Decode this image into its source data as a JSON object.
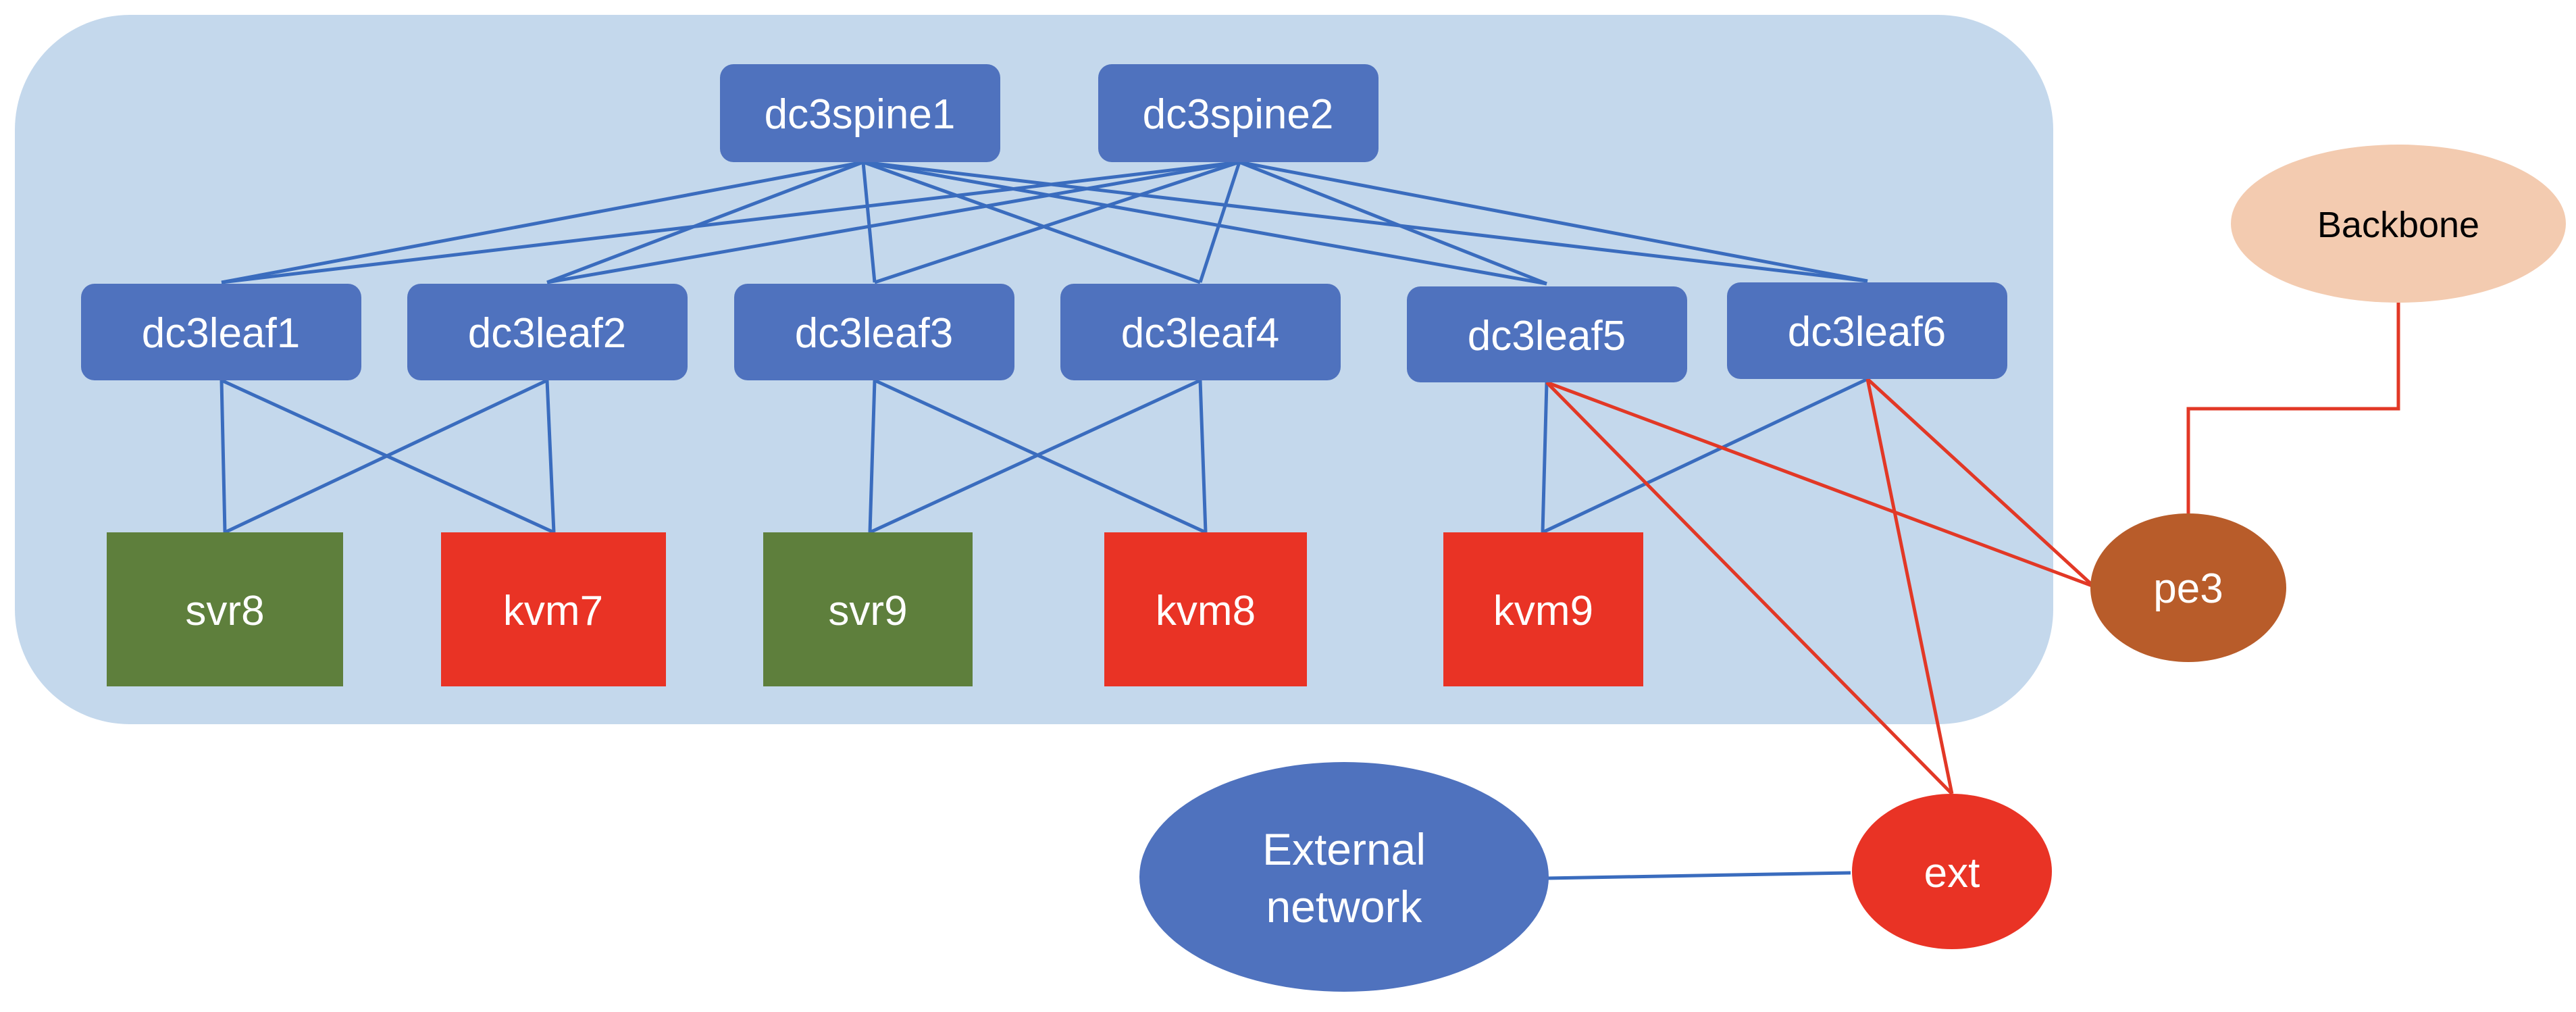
{
  "colors": {
    "fabric_bg": "#c4d8ec",
    "switch": "#4f72be",
    "server": "#5e7f3c",
    "kvm": "#e93325",
    "backbone": "#f3cbb0",
    "pe": "#b85c2a",
    "ext": "#e93325",
    "external_network": "#4f72be",
    "blue_link": "#3a6cbe",
    "red_link": "#e23826"
  },
  "nodes": {
    "dc3spine1": {
      "label": "dc3spine1",
      "kind": "switch"
    },
    "dc3spine2": {
      "label": "dc3spine2",
      "kind": "switch"
    },
    "dc3leaf1": {
      "label": "dc3leaf1",
      "kind": "switch"
    },
    "dc3leaf2": {
      "label": "dc3leaf2",
      "kind": "switch"
    },
    "dc3leaf3": {
      "label": "dc3leaf3",
      "kind": "switch"
    },
    "dc3leaf4": {
      "label": "dc3leaf4",
      "kind": "switch"
    },
    "dc3leaf5": {
      "label": "dc3leaf5",
      "kind": "switch"
    },
    "dc3leaf6": {
      "label": "dc3leaf6",
      "kind": "switch"
    },
    "svr8": {
      "label": "svr8",
      "kind": "server"
    },
    "kvm7": {
      "label": "kvm7",
      "kind": "kvm"
    },
    "svr9": {
      "label": "svr9",
      "kind": "server"
    },
    "kvm8": {
      "label": "kvm8",
      "kind": "kvm"
    },
    "kvm9": {
      "label": "kvm9",
      "kind": "kvm"
    },
    "backbone": {
      "label": "Backbone",
      "kind": "cloud"
    },
    "pe3": {
      "label": "pe3",
      "kind": "router"
    },
    "ext": {
      "label": "ext",
      "kind": "router"
    },
    "external_network": {
      "label_line1": "External",
      "label_line2": "network",
      "kind": "cloud"
    }
  },
  "links": [
    {
      "from": "dc3spine1",
      "to": "dc3leaf1",
      "color": "blue"
    },
    {
      "from": "dc3spine1",
      "to": "dc3leaf2",
      "color": "blue"
    },
    {
      "from": "dc3spine1",
      "to": "dc3leaf3",
      "color": "blue"
    },
    {
      "from": "dc3spine1",
      "to": "dc3leaf4",
      "color": "blue"
    },
    {
      "from": "dc3spine1",
      "to": "dc3leaf5",
      "color": "blue"
    },
    {
      "from": "dc3spine1",
      "to": "dc3leaf6",
      "color": "blue"
    },
    {
      "from": "dc3spine2",
      "to": "dc3leaf1",
      "color": "blue"
    },
    {
      "from": "dc3spine2",
      "to": "dc3leaf2",
      "color": "blue"
    },
    {
      "from": "dc3spine2",
      "to": "dc3leaf3",
      "color": "blue"
    },
    {
      "from": "dc3spine2",
      "to": "dc3leaf4",
      "color": "blue"
    },
    {
      "from": "dc3spine2",
      "to": "dc3leaf5",
      "color": "blue"
    },
    {
      "from": "dc3spine2",
      "to": "dc3leaf6",
      "color": "blue"
    },
    {
      "from": "dc3leaf1",
      "to": "svr8",
      "color": "blue"
    },
    {
      "from": "dc3leaf1",
      "to": "kvm7",
      "color": "blue"
    },
    {
      "from": "dc3leaf2",
      "to": "svr8",
      "color": "blue"
    },
    {
      "from": "dc3leaf2",
      "to": "kvm7",
      "color": "blue"
    },
    {
      "from": "dc3leaf3",
      "to": "svr9",
      "color": "blue"
    },
    {
      "from": "dc3leaf3",
      "to": "kvm8",
      "color": "blue"
    },
    {
      "from": "dc3leaf4",
      "to": "svr9",
      "color": "blue"
    },
    {
      "from": "dc3leaf4",
      "to": "kvm8",
      "color": "blue"
    },
    {
      "from": "dc3leaf5",
      "to": "kvm9",
      "color": "blue"
    },
    {
      "from": "dc3leaf6",
      "to": "kvm9",
      "color": "blue"
    },
    {
      "from": "dc3leaf5",
      "to": "pe3",
      "color": "red"
    },
    {
      "from": "dc3leaf5",
      "to": "ext",
      "color": "red"
    },
    {
      "from": "dc3leaf6",
      "to": "pe3",
      "color": "red"
    },
    {
      "from": "dc3leaf6",
      "to": "ext",
      "color": "red"
    },
    {
      "from": "pe3",
      "to": "backbone",
      "color": "red"
    },
    {
      "from": "ext",
      "to": "external_network",
      "color": "blue"
    }
  ]
}
